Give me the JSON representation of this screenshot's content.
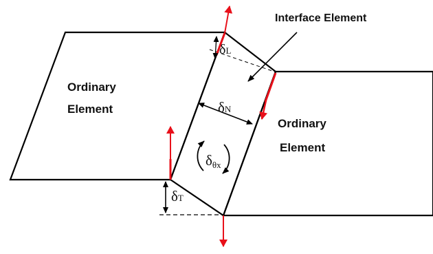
{
  "labels": {
    "ordinary_left_line1": "Ordinary",
    "ordinary_left_line2": "Element",
    "ordinary_right_line1": "Ordinary",
    "ordinary_right_line2": "Element",
    "interface": "Interface Element"
  },
  "symbols": {
    "delta": "δ",
    "sub_L": "L",
    "sub_N": "N",
    "sub_T": "T",
    "sub_theta_x": "θx"
  },
  "colors": {
    "line": "#000000",
    "arrow_red": "#e8101a",
    "background": "#ffffff"
  }
}
